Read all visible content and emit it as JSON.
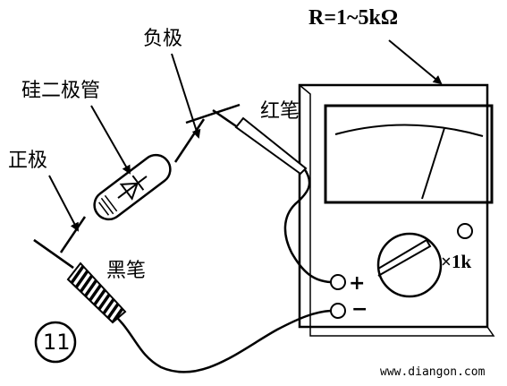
{
  "labels": {
    "resistance": "R=1~5kΩ",
    "negative_pole": "负极",
    "silicon_diode": "硅二极管",
    "positive_pole": "正极",
    "red_probe": "红笔",
    "black_probe": "黑笔",
    "range": "×1k",
    "plus_terminal": "+",
    "minus_terminal": "−",
    "figure_number": "11",
    "watermark": "www.diangon.com"
  }
}
